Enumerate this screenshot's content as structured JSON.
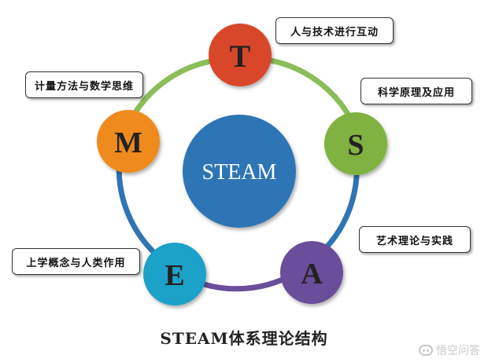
{
  "center": {
    "label": "STEAM",
    "color": "#2f75b5"
  },
  "nodes": [
    {
      "key": "T",
      "letter": "T",
      "color": "#d8472a",
      "label": "人与技术进行互动"
    },
    {
      "key": "S",
      "letter": "S",
      "color": "#7fb241",
      "label": "科学原理及应用"
    },
    {
      "key": "A",
      "letter": "A",
      "color": "#6a4e9b",
      "label": "艺术理论与实践"
    },
    {
      "key": "E",
      "letter": "E",
      "color": "#1fa1c8",
      "label": "上学概念与人类作用"
    },
    {
      "key": "M",
      "letter": "M",
      "color": "#ef8a1e",
      "label": "计量方法与数学思维"
    }
  ],
  "ring_colors": {
    "top_left": "#8bbd5a",
    "right": "#2f75b5",
    "bottom": "#6a4e9b",
    "left": "#2f75b5"
  },
  "title": "STEAM体系理论结构",
  "watermark": {
    "text": "悟空问答",
    "icon": "chat-bubble-icon"
  }
}
